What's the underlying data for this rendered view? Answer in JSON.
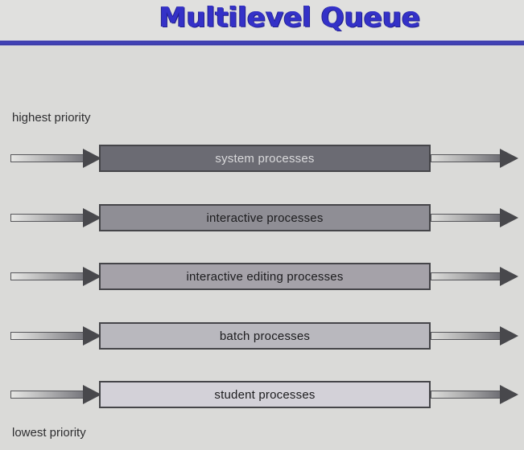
{
  "title": "Multilevel Queue",
  "annotations": {
    "highest": "highest priority",
    "lowest": "lowest priority"
  },
  "colors": {
    "background": "#dadad8",
    "title_blue": "#3431c8",
    "rule_blue": "#2a2a9e",
    "box_border": "#454549",
    "arrow_dark": "#48484c"
  },
  "queues": {
    "order": "top is highest priority, bottom is lowest priority",
    "items": [
      {
        "label": "system processes",
        "fill": "#6b6b73",
        "text_color": "#d9d9db"
      },
      {
        "label": "interactive processes",
        "fill": "#8f8e95",
        "text_color": "#1c1c1e"
      },
      {
        "label": "interactive editing processes",
        "fill": "#a5a2a9",
        "text_color": "#1c1c1e"
      },
      {
        "label": "batch processes",
        "fill": "#b9b8be",
        "text_color": "#1c1c1e"
      },
      {
        "label": "student processes",
        "fill": "#d3d1d8",
        "text_color": "#1c1c1e"
      }
    ]
  }
}
